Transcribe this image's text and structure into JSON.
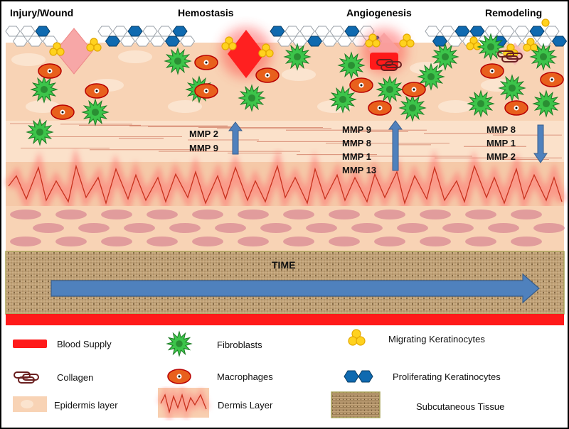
{
  "phases": [
    "Injury/Wound",
    "Hemostasis",
    "Angiogenesis",
    "Remodeling"
  ],
  "mmp_groups": {
    "hemostasis": [
      "MMP 2",
      "MMP 9"
    ],
    "angiogenesis": [
      "MMP 9",
      "MMP 8",
      "MMP 1",
      "MMP 13"
    ],
    "remodeling": [
      "MMP 8",
      "MMP 1",
      "MMP 2"
    ]
  },
  "mmp_arrows": {
    "hemostasis": "up",
    "angiogenesis": "up",
    "remodeling": "down"
  },
  "time_label": "TIME",
  "legend": {
    "blood_supply": "Blood Supply",
    "fibroblasts": "Fibroblasts",
    "migrating_keratinocytes": "Migrating Keratinocytes",
    "collagen": "Collagen",
    "macrophages": "Macrophages",
    "proliferating_keratinocytes": "Proliferating Keratinocytes",
    "epidermis": "Epidermis layer",
    "dermis": "Dermis Layer",
    "subcutaneous": "Subcutaneous Tissue"
  },
  "colors": {
    "skin": "#f8d3b5",
    "skin_light": "#fbe4cf",
    "blood": "#ff1a1a",
    "fibroblast": "#3cc44a",
    "macrophage": "#e8601c",
    "keratinocyte_migrating": "#ffd21f",
    "keratinocyte_proliferating": "#0f6ab0",
    "arrow": "#4f81bd",
    "subcutaneous": "#b89a6c"
  }
}
